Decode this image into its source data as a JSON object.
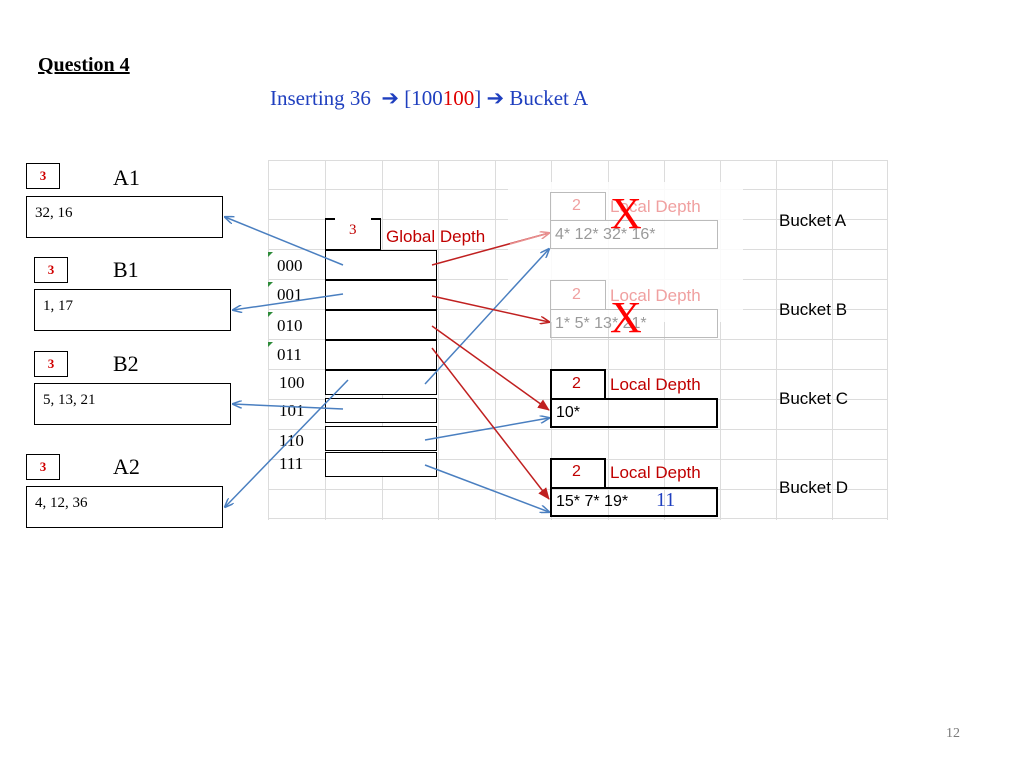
{
  "title": "Question 4",
  "insert": {
    "prefix": "Inserting 36",
    "arrow1": "➔",
    "bracket_open": "[",
    "bits_black": "100",
    "bits_red": "100",
    "bracket_close": "]",
    "arrow2": "➔",
    "suffix": "Bucket A"
  },
  "left_buckets": [
    {
      "depth": "3",
      "name": "A1",
      "content": "32, 16"
    },
    {
      "depth": "3",
      "name": "B1",
      "content": "1,  17"
    },
    {
      "depth": "3",
      "name": "B2",
      "content": "5,   13,  21"
    },
    {
      "depth": "3",
      "name": "A2",
      "content": "4,  12,  36"
    }
  ],
  "directory": {
    "global_depth_value": "3",
    "global_depth_label": "Global Depth",
    "entries": [
      "000",
      "001",
      "010",
      "011",
      "100",
      "101",
      "110",
      "111"
    ]
  },
  "right_buckets": [
    {
      "ld_value": "2",
      "ld_label": "Local Depth",
      "content": "4* 12* 32* 16*",
      "name": "Bucket A",
      "faded": true,
      "crossed": true,
      "cross": "X"
    },
    {
      "ld_value": "2",
      "ld_label": "Local Depth",
      "content": "1* 5* 13* 21*",
      "name": "Bucket B",
      "faded": true,
      "crossed": true,
      "cross": "X"
    },
    {
      "ld_value": "2",
      "ld_label": "Local Depth",
      "content": "10*",
      "name": "Bucket C",
      "faded": false,
      "crossed": false
    },
    {
      "ld_value": "2",
      "ld_label": "Local Depth",
      "content": "15* 7* 19*",
      "extra": "11",
      "name": "Bucket D",
      "faded": false,
      "crossed": false
    }
  ],
  "page_number": "12",
  "colors": {
    "red": "#e00000",
    "blue_arrow": "#4a7fc0",
    "red_arrow": "#c02020",
    "faded": "#9a9a9a",
    "faded_red": "#f0a0a0",
    "text_blue": "#1f3fbf"
  }
}
